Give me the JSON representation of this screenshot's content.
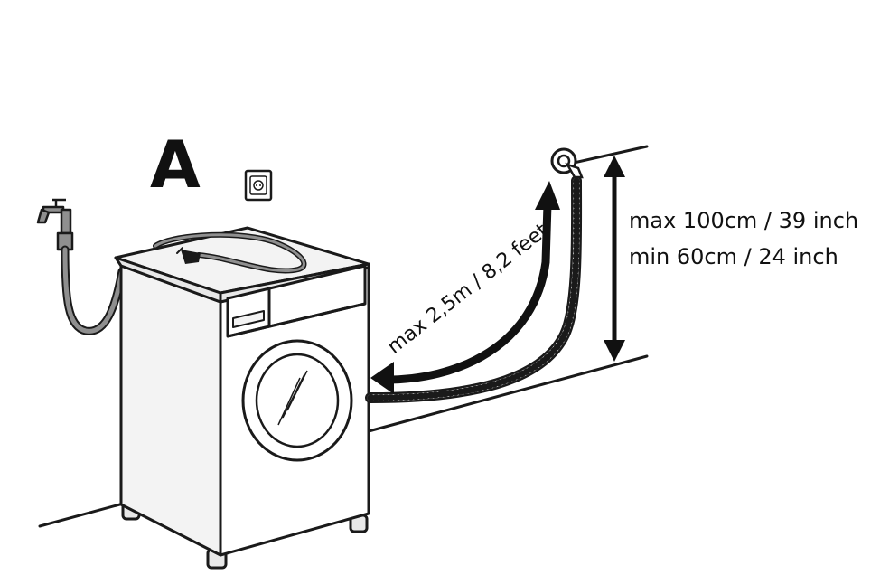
{
  "panel_label": "A",
  "hose_length_label": "max 2,5m / 8,2 feet",
  "height_max_label": "max 100cm / 39 inch",
  "height_min_label": "min 60cm / 24 inch",
  "colors": {
    "line": "#1a1a1a",
    "machine_fill": "#f3f3f3",
    "hose_gray": "#8f8f8f",
    "background": "#ffffff"
  }
}
